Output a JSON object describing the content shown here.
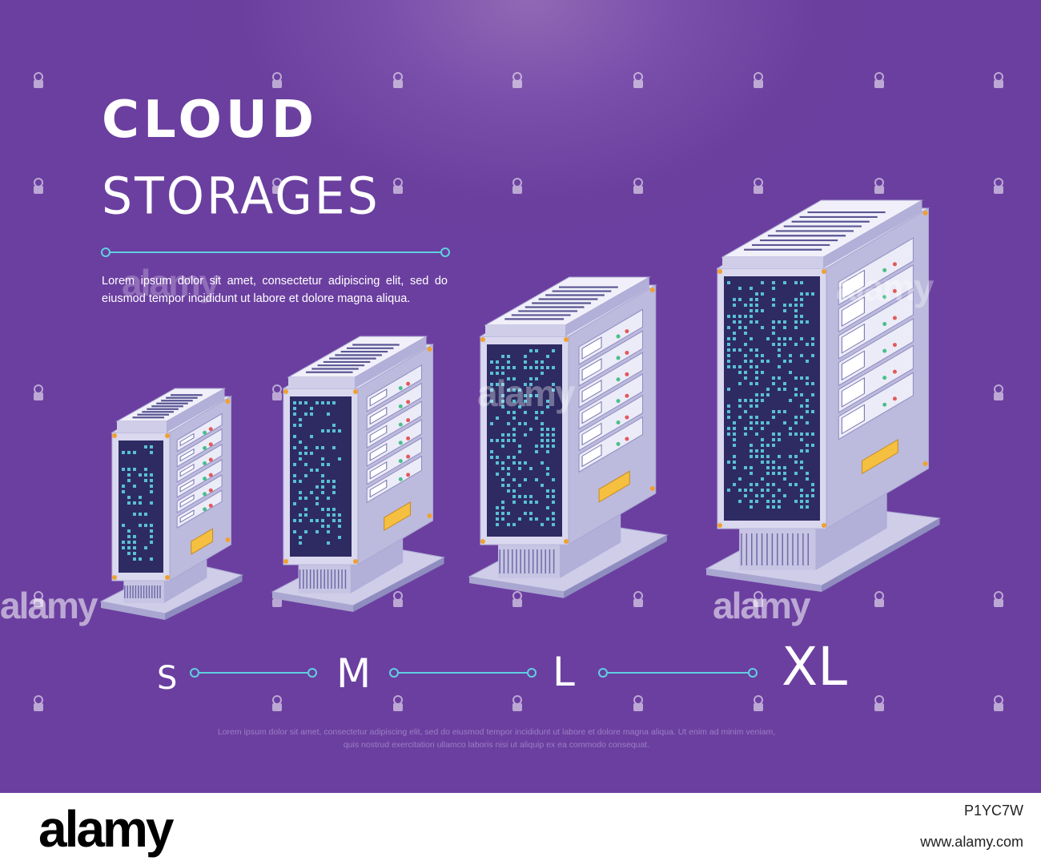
{
  "header": {
    "title_bold": "CLOUD",
    "title_light": "STORAGES",
    "description": "Lorem ipsum dolor sit amet, consectetur adipiscing elit, sed do eiusmod tempor incididunt ut labore et dolore magna aliqua."
  },
  "sizes": [
    {
      "key": "s",
      "label": "S"
    },
    {
      "key": "m",
      "label": "M"
    },
    {
      "key": "l",
      "label": "L"
    },
    {
      "key": "xl",
      "label": "XL"
    }
  ],
  "footer": {
    "text": "Lorem ipsum dolor sit amet, consectetur adipiscing elit, sed do eiusmod tempor incididunt ut labore et dolore magna aliqua. Ut enim ad minim veniam, quis nostrud exercitation ullamco laboris nisi ut aliquip ex ea commodo consequat."
  },
  "watermark": {
    "word": "alamy",
    "logo": "alamy",
    "image_id": "P1YC7W",
    "site": "www.alamy.com"
  },
  "colors": {
    "background": "#6b3fa0",
    "accent_line": "#5fd0e0",
    "server_body": "#d9d8ee",
    "server_side": "#bcbadd",
    "screen": "#2e2b63",
    "led": "#5fd0e0",
    "bolt": "#f0a030",
    "vent": "#f5c040"
  }
}
